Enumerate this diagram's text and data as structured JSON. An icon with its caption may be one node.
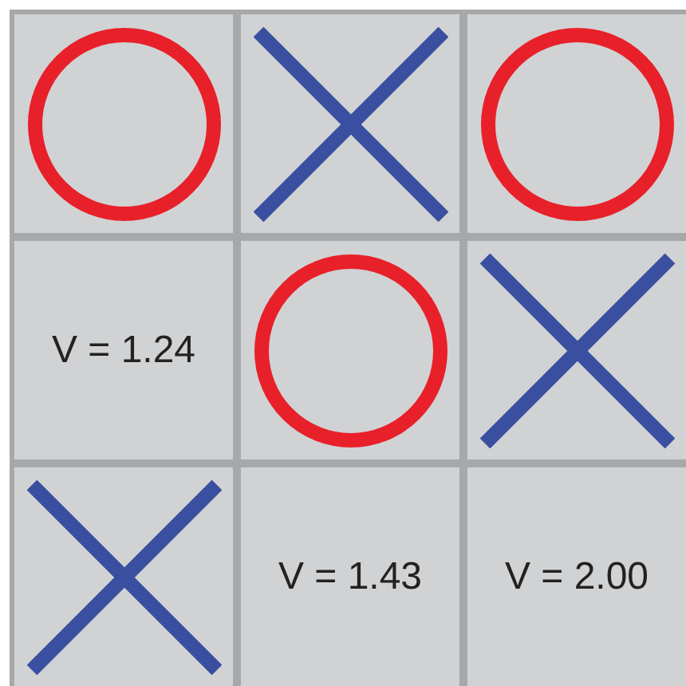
{
  "diagram": {
    "labels": [
      "V = 1.24",
      "V = 1.43",
      "V = 2.00"
    ]
  }
}
